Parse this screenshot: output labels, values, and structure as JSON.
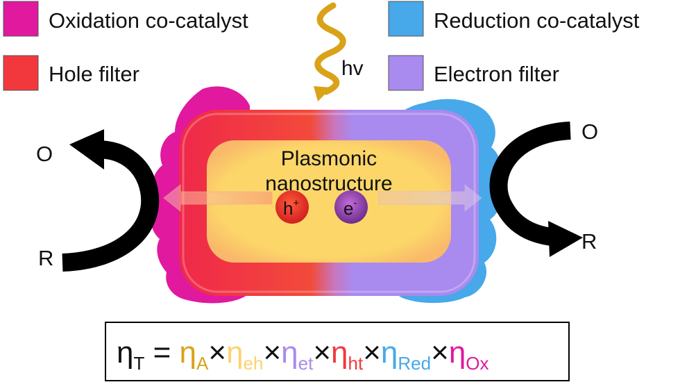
{
  "legend": {
    "items": [
      {
        "label": "Oxidation co-catalyst",
        "color": "#e0199f"
      },
      {
        "label": "Hole filter",
        "color": "#f2383c"
      },
      {
        "label": "Reduction co-catalyst",
        "color": "#47a8ea"
      },
      {
        "label": "Electron filter",
        "color": "#a98aee"
      }
    ]
  },
  "light": {
    "label": "hv",
    "color": "#d9a218"
  },
  "core": {
    "line1": "Plasmonic",
    "line2": "nanostructure",
    "color": "#fcd669"
  },
  "carriers": {
    "hole": "h",
    "hole_sup": "+",
    "electron": "e",
    "electron_sup": "-"
  },
  "left_reaction": {
    "top": "O",
    "bottom": "R"
  },
  "right_reaction": {
    "top": "O",
    "bottom": "R"
  },
  "equation": {
    "lhs": "η",
    "lhs_sub": "T",
    "equals": " = ",
    "times": "×",
    "terms": [
      {
        "eta": "η",
        "sub": "A",
        "color": "#d9a218"
      },
      {
        "eta": "η",
        "sub": "eh",
        "color": "#fcd36e"
      },
      {
        "eta": "η",
        "sub": "et",
        "color": "#a98aee"
      },
      {
        "eta": "η",
        "sub": "ht",
        "color": "#f2383c"
      },
      {
        "eta": "η",
        "sub": "Red",
        "color": "#47a8ea"
      },
      {
        "eta": "η",
        "sub": "Ox",
        "color": "#e0199f"
      }
    ]
  }
}
